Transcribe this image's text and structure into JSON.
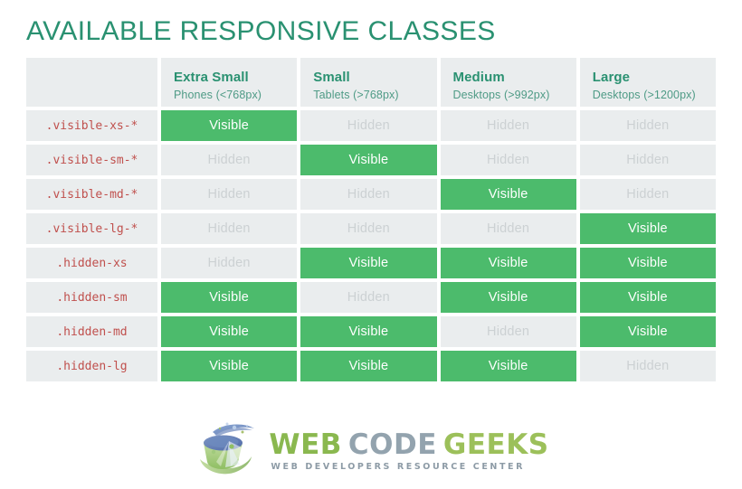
{
  "page": {
    "title": "AVAILABLE RESPONSIVE CLASSES"
  },
  "colors": {
    "title": "#2a9171",
    "header_title": "#2a9171",
    "header_sub": "#4f9b86",
    "row_label": "#c0504d",
    "visible_bg": "#4cbb6c",
    "visible_text": "#ffffff",
    "hidden_bg": "#eaedee",
    "hidden_text": "#ccd1d3",
    "cell_bg": "#eaedee",
    "page_bg": "#ffffff"
  },
  "table": {
    "corner_label": "",
    "columns": [
      {
        "title": "Extra Small",
        "subtitle": "Phones (<768px)"
      },
      {
        "title": "Small",
        "subtitle": "Tablets (>768px)"
      },
      {
        "title": "Medium",
        "subtitle": "Desktops (>992px)"
      },
      {
        "title": "Large",
        "subtitle": "Desktops (>1200px)"
      }
    ],
    "rows": [
      {
        "label": ".visible-xs-*",
        "cells": [
          "Visible",
          "Hidden",
          "Hidden",
          "Hidden"
        ]
      },
      {
        "label": ".visible-sm-*",
        "cells": [
          "Hidden",
          "Visible",
          "Hidden",
          "Hidden"
        ]
      },
      {
        "label": ".visible-md-*",
        "cells": [
          "Hidden",
          "Hidden",
          "Visible",
          "Hidden"
        ]
      },
      {
        "label": ".visible-lg-*",
        "cells": [
          "Hidden",
          "Hidden",
          "Hidden",
          "Visible"
        ]
      },
      {
        "label": ".hidden-xs",
        "cells": [
          "Hidden",
          "Visible",
          "Visible",
          "Visible"
        ]
      },
      {
        "label": ".hidden-sm",
        "cells": [
          "Visible",
          "Hidden",
          "Visible",
          "Visible"
        ]
      },
      {
        "label": ".hidden-md",
        "cells": [
          "Visible",
          "Visible",
          "Hidden",
          "Visible"
        ]
      },
      {
        "label": ".hidden-lg",
        "cells": [
          "Visible",
          "Visible",
          "Visible",
          "Hidden"
        ]
      }
    ]
  },
  "footer": {
    "logo": {
      "word1": "WEB",
      "word2": "CODE",
      "word3": "GEEKS",
      "tagline": "WEB DEVELOPERS RESOURCE CENTER"
    }
  }
}
